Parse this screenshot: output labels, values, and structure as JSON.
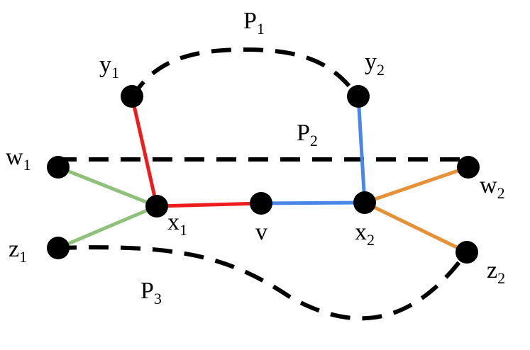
{
  "colors": {
    "red": "#ee1c1c",
    "blue": "#4a86e8",
    "green": "#8fc17a",
    "orange": "#e69138",
    "black": "#000000"
  },
  "nodes": {
    "y1": {
      "base": "y",
      "sub": "1"
    },
    "y2": {
      "base": "y",
      "sub": "2"
    },
    "w1": {
      "base": "w",
      "sub": "1"
    },
    "w2": {
      "base": "w",
      "sub": "2"
    },
    "x1": {
      "base": "x",
      "sub": "1"
    },
    "x2": {
      "base": "x",
      "sub": "2"
    },
    "v": {
      "base": "v",
      "sub": ""
    },
    "z1": {
      "base": "z",
      "sub": "1"
    },
    "z2": {
      "base": "z",
      "sub": "2"
    }
  },
  "paths": {
    "p1": {
      "base": "P",
      "sub": "1"
    },
    "p2": {
      "base": "P",
      "sub": "2"
    },
    "p3": {
      "base": "P",
      "sub": "3"
    }
  },
  "edges": [
    {
      "from": "y1",
      "to": "x1",
      "color": "red"
    },
    {
      "from": "x1",
      "to": "v",
      "color": "red"
    },
    {
      "from": "v",
      "to": "x2",
      "color": "blue"
    },
    {
      "from": "y2",
      "to": "x2",
      "color": "blue"
    },
    {
      "from": "w1",
      "to": "x1",
      "color": "green"
    },
    {
      "from": "z1",
      "to": "x1",
      "color": "green"
    },
    {
      "from": "x2",
      "to": "w2",
      "color": "orange"
    },
    {
      "from": "x2",
      "to": "z2",
      "color": "orange"
    }
  ]
}
